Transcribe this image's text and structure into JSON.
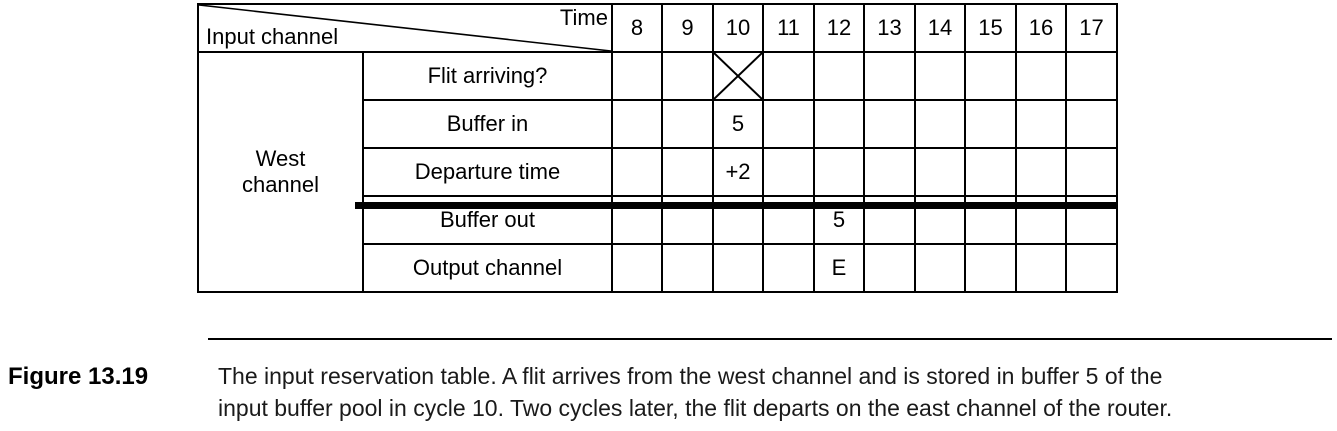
{
  "table": {
    "corner": {
      "top_right_label": "Time",
      "bottom_left_label": "Input channel"
    },
    "times": [
      "8",
      "9",
      "10",
      "11",
      "12",
      "13",
      "14",
      "15",
      "16",
      "17"
    ],
    "row_group": {
      "label": "West\nchannel"
    },
    "rows": [
      {
        "label": "Flit arriving?",
        "mark": {
          "time": "10",
          "type": "x-cross"
        }
      },
      {
        "label": "Buffer in",
        "mark": {
          "time": "10",
          "value": "5",
          "shade": "dark"
        }
      },
      {
        "label": "Departure time",
        "mark": {
          "time": "10",
          "value": "+2",
          "shade": "light"
        }
      },
      {
        "label": "Buffer out",
        "mark": {
          "time": "12",
          "value": "5",
          "shade": "dark"
        }
      },
      {
        "label": "Output channel",
        "mark": {
          "time": "12",
          "value": "E",
          "shade": "light"
        }
      }
    ],
    "colors": {
      "grid": "#000000",
      "shade_dark": "#c7c7c7",
      "shade_light": "#e7e7e7"
    }
  },
  "caption": {
    "label": "Figure 13.19",
    "line1": "The input reservation table. A flit arrives from the west channel and is stored in buffer 5 of the",
    "line2": "input buffer pool in cycle 10. Two cycles later, the flit departs on the east channel of the router."
  }
}
